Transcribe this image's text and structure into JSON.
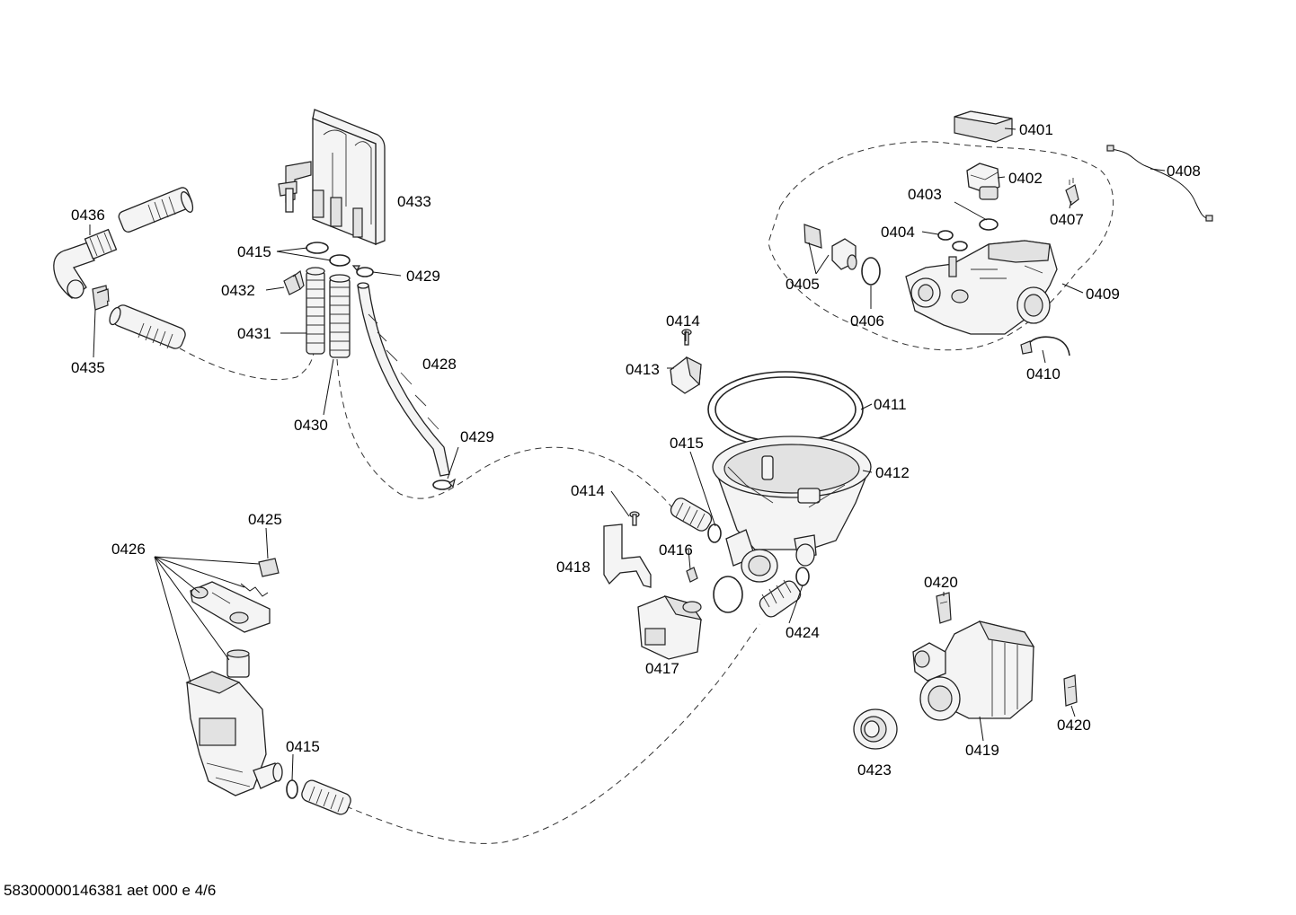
{
  "diagram": {
    "labels": {
      "p0401": "0401",
      "p0402": "0402",
      "p0403": "0403",
      "p0404": "0404",
      "p0405": "0405",
      "p0406": "0406",
      "p0407": "0407",
      "p0408": "0408",
      "p0409": "0409",
      "p0410": "0410",
      "p0411": "0411",
      "p0412": "0412",
      "p0413": "0413",
      "p0414a": "0414",
      "p0414b": "0414",
      "p0415a": "0415",
      "p0415b": "0415",
      "p0415c": "0415",
      "p0416": "0416",
      "p0417": "0417",
      "p0418": "0418",
      "p0419": "0419",
      "p0420a": "0420",
      "p0420b": "0420",
      "p0423": "0423",
      "p0424": "0424",
      "p0425": "0425",
      "p0426": "0426",
      "p0428": "0428",
      "p0429a": "0429",
      "p0429b": "0429",
      "p0430": "0430",
      "p0431": "0431",
      "p0432": "0432",
      "p0433": "0433",
      "p0435": "0435",
      "p0436": "0436"
    },
    "footer": "58300000146381 aet 000 e 4/6"
  }
}
